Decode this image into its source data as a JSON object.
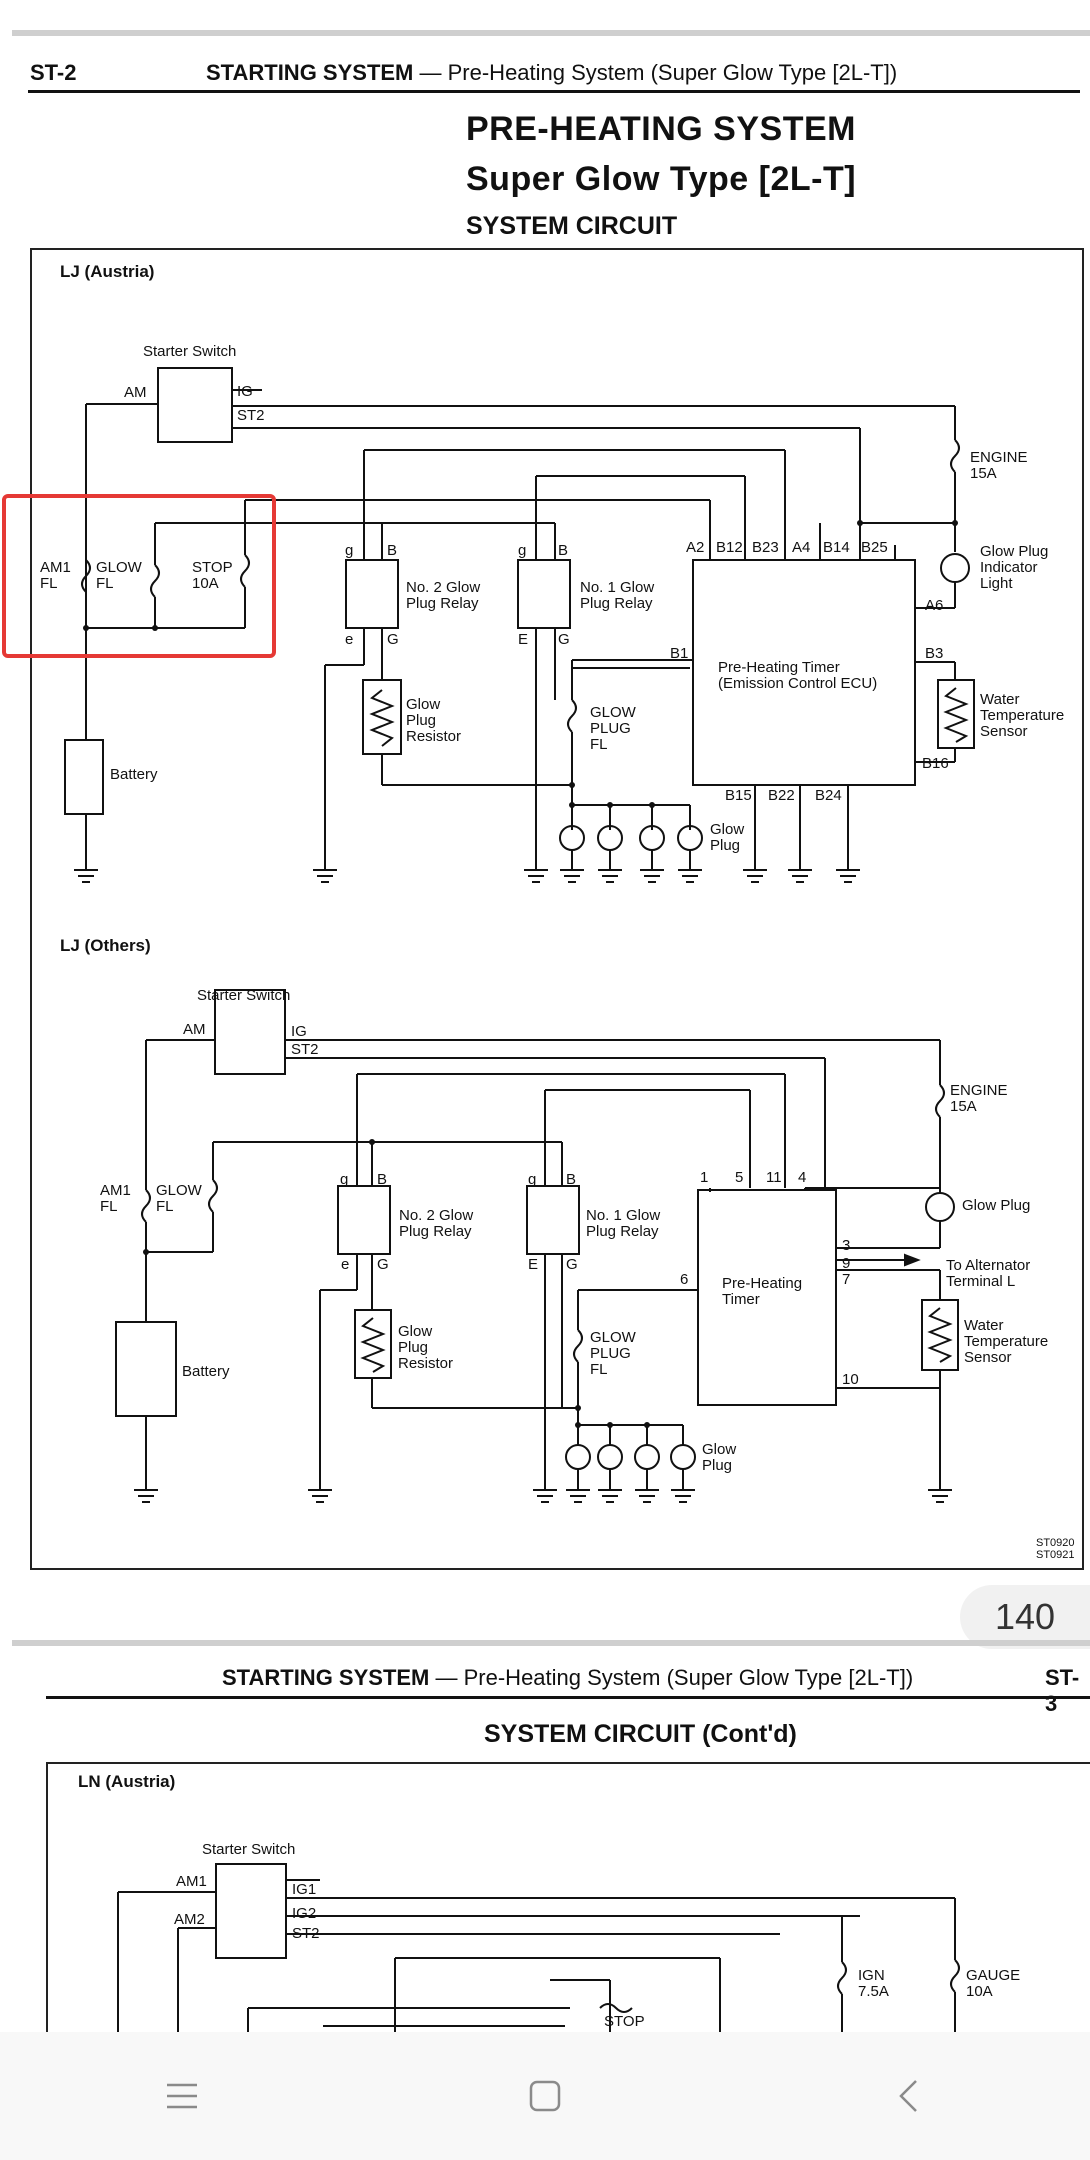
{
  "page1": {
    "page_label": "ST-2",
    "header_bold": "STARTING SYSTEM",
    "header_rest": " — Pre-Heating System (Super Glow Type [2L-T])",
    "title1": "PRE-HEATING SYSTEM",
    "title2": "Super Glow Type [2L-T]",
    "title3": "SYSTEM CIRCUIT",
    "diagram1": {
      "region": "LJ (Austria)",
      "labels": {
        "starter_switch": "Starter Switch",
        "am": "AM",
        "ig": "IG",
        "st2": "ST2",
        "engine_fuse": "ENGINE\n15A",
        "am1_fl": "AM1\nFL",
        "glow_fl": "GLOW\nFL",
        "stop_fuse": "STOP\n10A",
        "relay2": "No. 2 Glow\nPlug Relay",
        "relay1": "No. 1 Glow\nPlug Relay",
        "timer_pins_top": [
          "A2",
          "B12",
          "B23",
          "A4",
          "B14",
          "B25"
        ],
        "indicator": "Glow Plug\nIndicator\nLight",
        "a6": "A6",
        "b1": "B1",
        "b3": "B3",
        "b16": "B16",
        "timer": "Pre-Heating Timer\n(Emission Control ECU)",
        "water_temp": "Water\nTemperature\nSensor",
        "resistor": "Glow\nPlug\nResistor",
        "glow_plug_fl": "GLOW\nPLUG\nFL",
        "battery": "Battery",
        "timer_pins_bottom": [
          "B15",
          "B22",
          "B24"
        ],
        "glow_plug": "Glow\nPlug",
        "g_lower": "g",
        "b_upper": "B",
        "e_lower": "e",
        "g_upper": "G",
        "e_upper": "E"
      }
    },
    "diagram2": {
      "region": "LJ (Others)",
      "labels": {
        "starter_switch": "Starter Switch",
        "am": "AM",
        "ig": "IG",
        "st2": "ST2",
        "engine_fuse": "ENGINE\n15A",
        "am1_fl": "AM1\nFL",
        "glow_fl": "GLOW\nFL",
        "relay2": "No. 2 Glow\nPlug Relay",
        "relay1": "No. 1 Glow\nPlug Relay",
        "timer_pins_top": [
          "1",
          "5",
          "11",
          "4"
        ],
        "glow_plug_lamp": "Glow Plug",
        "pin3": "3",
        "pin9": "9",
        "pin7": "7",
        "pin6": "6",
        "pin10": "10",
        "to_alternator": "To Alternator\nTerminal L",
        "timer": "Pre-Heating\nTimer",
        "water_temp": "Water\nTemperature\nSensor",
        "resistor": "Glow\nPlug\nResistor",
        "glow_plug_fl": "GLOW\nPLUG\nFL",
        "battery": "Battery",
        "glow_plug": "Glow\nPlug",
        "g_lower": "g",
        "b_upper": "B",
        "e_lower": "e",
        "g_upper": "G",
        "e_upper": "E"
      },
      "codes": "ST0920\nST0921"
    }
  },
  "page_indicator": "140",
  "page2": {
    "header_bold": "STARTING SYSTEM",
    "header_rest": " — Pre-Heating System (Super Glow Type [2L-T])",
    "page_label": "ST-3",
    "title": "SYSTEM CIRCUIT (Cont'd)",
    "diagram": {
      "region": "LN (Austria)",
      "labels": {
        "starter_switch": "Starter Switch",
        "am1": "AM1",
        "am2": "AM2",
        "ig1": "IG1",
        "ig2": "IG2",
        "st2": "ST2",
        "ign": "IGN\n7.5A",
        "gauge": "GAUGE\n10A",
        "stop": "STOP"
      }
    }
  },
  "navbar": {
    "menu_icon": "menu-icon",
    "home_icon": "home-square-icon",
    "back_icon": "back-chevron-icon"
  },
  "colors": {
    "highlight": "#e53935",
    "ink": "#111111",
    "navbar_bg": "#f8f8f8"
  }
}
